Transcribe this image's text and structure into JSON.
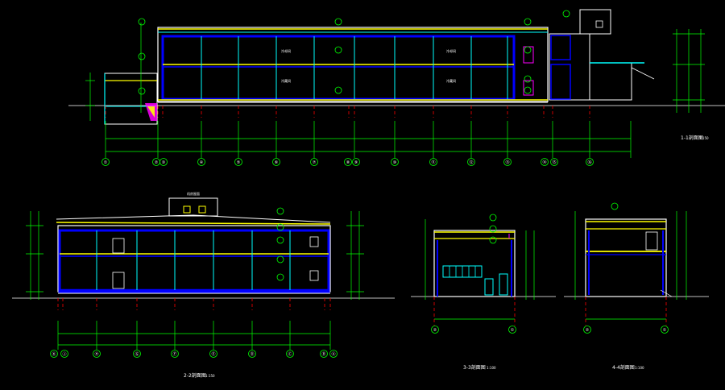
{
  "colors": {
    "background": "#000000",
    "structure": "#ffffff",
    "wall": "#0000ff",
    "slab": "#ffff00",
    "dim": "#00ff00",
    "grid": "#ff0000",
    "text": "#ffffff",
    "accent": "#00ffff",
    "magenta": "#ff00ff"
  },
  "section_1": {
    "title": "1-1剖面图",
    "scale": "1:150",
    "grid_labels": [
      "①",
      "②",
      "③",
      "④",
      "⑤",
      "⑥",
      "⑦",
      "⑧",
      "⑨",
      "⑩",
      "⑪",
      "⑫",
      "⑬",
      "⑭",
      "⑮",
      "⑯"
    ],
    "room_labels": [
      "冷却间",
      "冷藏间",
      "冷却间",
      "冷藏间"
    ]
  },
  "section_2": {
    "title": "2-2剖面图",
    "scale": "1:150",
    "grid_labels": [
      "Ⓚ",
      "Ⓙ",
      "Ⓗ",
      "Ⓖ",
      "Ⓕ",
      "Ⓔ",
      "Ⓓ",
      "Ⓒ",
      "Ⓑ",
      "Ⓐ"
    ],
    "roof_label": "机房屋面"
  },
  "section_3": {
    "title": "3-3剖面图",
    "scale": "1:100",
    "grid_labels": [
      "②",
      "①"
    ]
  },
  "section_4": {
    "title": "4-4剖面图",
    "scale": "1:100",
    "grid_labels": [
      "②",
      "①"
    ]
  }
}
